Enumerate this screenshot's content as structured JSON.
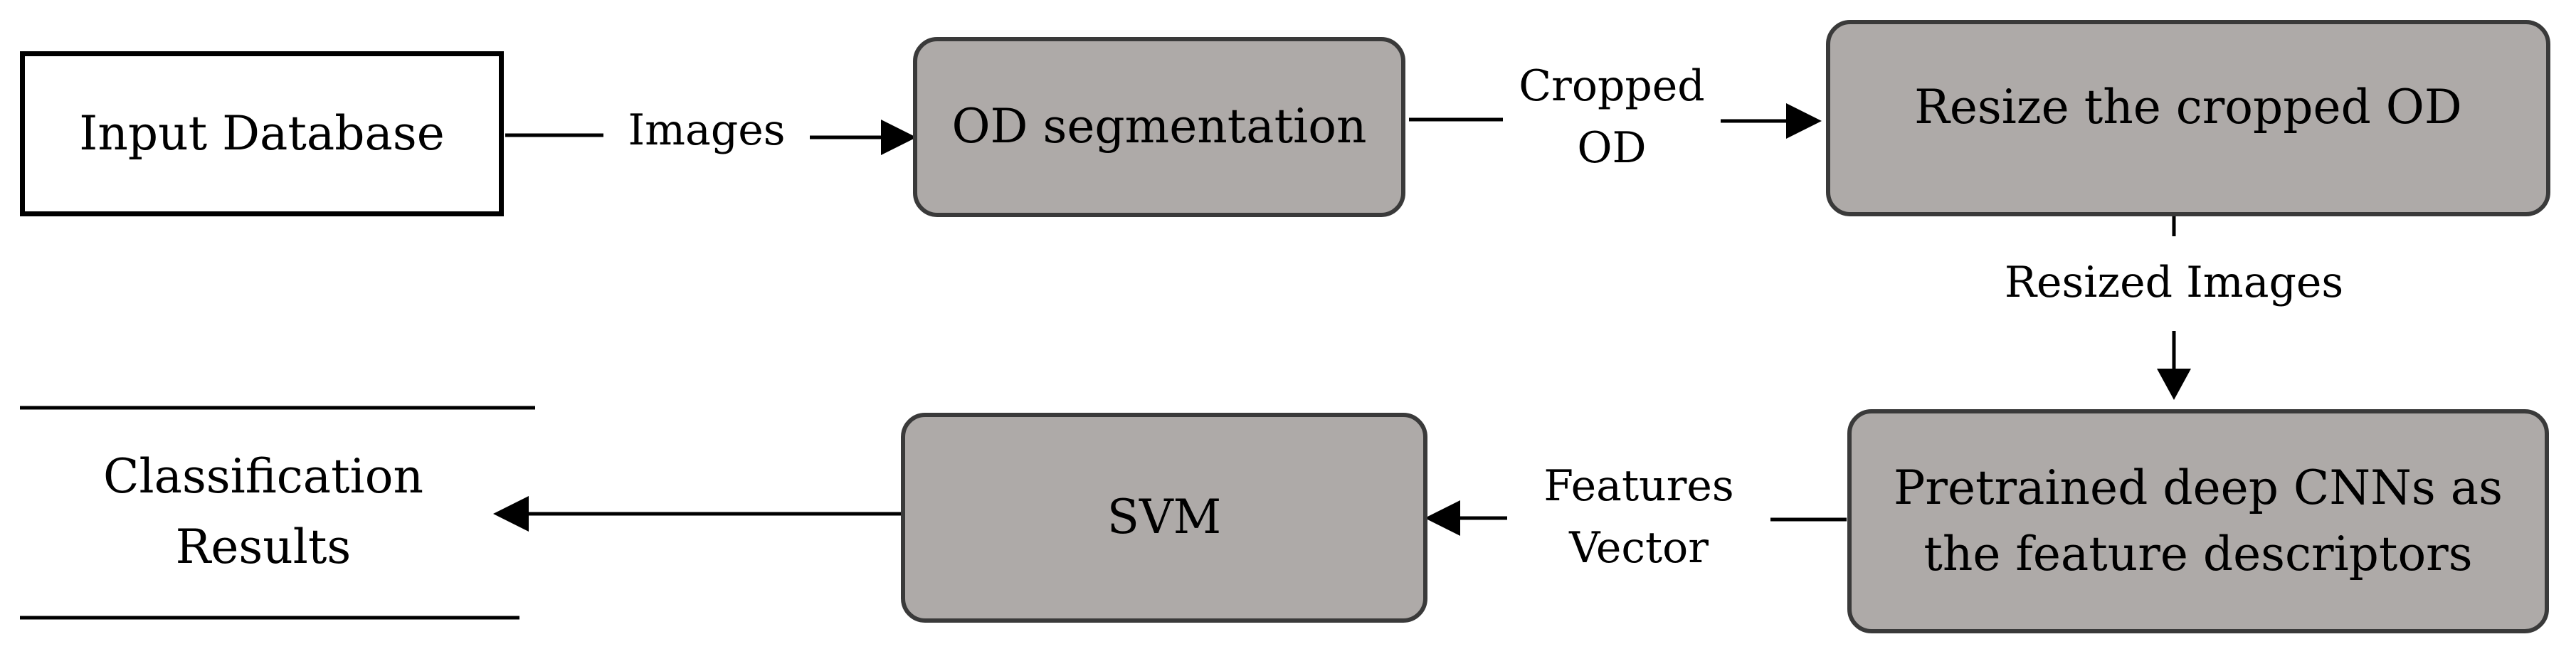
{
  "boxes": {
    "input_database": "Input Database",
    "od_segmentation": "OD segmentation",
    "resize": "Resize the cropped OD",
    "cnn_line1": "Pretrained deep CNNs as",
    "cnn_line2": "the feature descriptors",
    "svm": "SVM"
  },
  "edge_labels": {
    "images": "Images",
    "cropped_line1": "Cropped",
    "cropped_line2": "OD",
    "resized_images": "Resized Images",
    "features_line1": "Features",
    "features_line2": "Vector"
  },
  "result": {
    "line1": "Classification",
    "line2": "Results"
  },
  "colors": {
    "process_fill": "#aeaaa8",
    "process_border": "#3a3a3a",
    "line": "#000000"
  }
}
